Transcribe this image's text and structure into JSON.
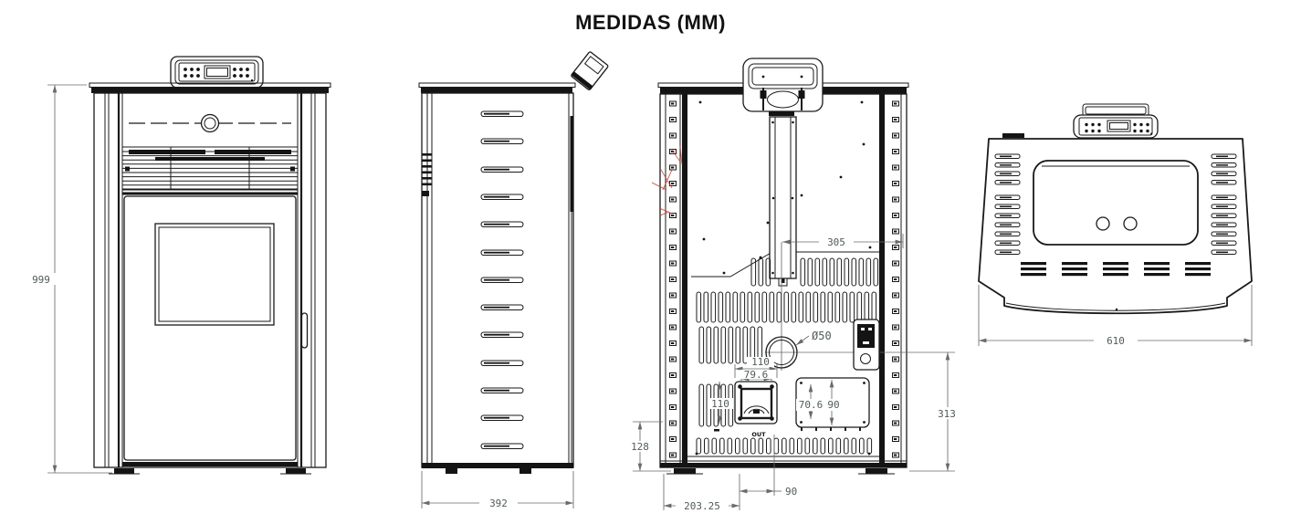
{
  "title": "MEDIDAS (MM)",
  "colors": {
    "line": "#1a1a1a",
    "dimension_line": "#6a6a6a",
    "dimension_text": "#4f5c55",
    "red_mark": "#c0392b",
    "background": "#ffffff"
  },
  "views": {
    "front": {
      "dims": {
        "height": "999"
      }
    },
    "side": {
      "dims": {
        "depth": "392"
      }
    },
    "back": {
      "labels": {
        "out": "OUT"
      },
      "dims": {
        "flue_offset": "305",
        "flue_diameter": "Ø50",
        "fan_width": "110",
        "fan_opening": "79.6",
        "fan_height": "110",
        "panel_width": "70.6",
        "panel_height": "90",
        "base_to_fan": "128",
        "flue_to_base": "313",
        "fan_offset": "90",
        "fan_left_offset": "203.25"
      }
    },
    "top": {
      "dims": {
        "width": "610"
      }
    }
  }
}
